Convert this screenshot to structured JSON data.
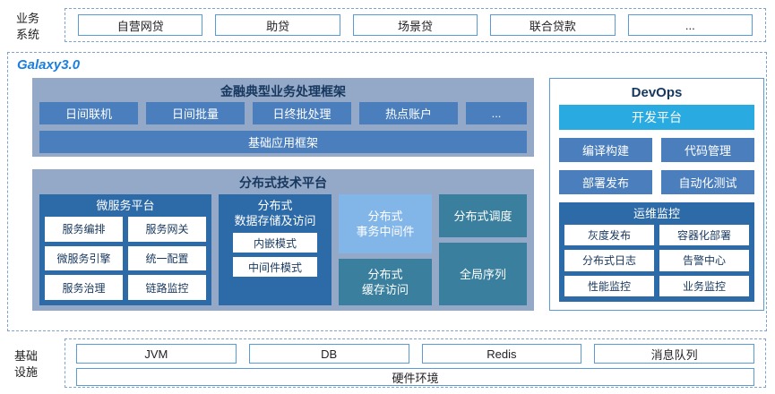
{
  "top": {
    "label": "业务\n系统",
    "items": [
      "自营网贷",
      "助贷",
      "场景贷",
      "联合贷款",
      "..."
    ]
  },
  "galaxy": {
    "title": "Galaxy3.0",
    "finance": {
      "title": "金融典型业务处理框架",
      "items": [
        "日间联机",
        "日间批量",
        "日终批处理",
        "热点账户",
        "..."
      ],
      "base_bar": "基础应用框架"
    },
    "distributed": {
      "title": "分布式技术平台",
      "microservice": {
        "title": "微服务平台",
        "items": [
          "服务编排",
          "服务网关",
          "微服务引擎",
          "统一配置",
          "服务治理",
          "链路监控"
        ]
      },
      "storage": {
        "title": "分布式\n数据存储及访问",
        "items": [
          "内嵌模式",
          "中间件模式"
        ]
      },
      "transaction": "分布式\n事务中间件",
      "scheduling": "分布式调度",
      "cache": "分布式\n缓存访问",
      "sequence": "全局序列"
    },
    "devops": {
      "title": "DevOps",
      "dev_platform": "开发平台",
      "buttons": [
        "编译构建",
        "代码管理",
        "部署发布",
        "自动化测试"
      ],
      "monitoring": {
        "title": "运维监控",
        "items": [
          "灰度发布",
          "容器化部署",
          "分布式日志",
          "告警中心",
          "性能监控",
          "业务监控"
        ]
      }
    }
  },
  "bottom": {
    "label": "基础\n设施",
    "items": [
      "JVM",
      "DB",
      "Redis",
      "消息队列"
    ],
    "hardware": "硬件环境"
  },
  "colors": {
    "accent_blue": "#4a7ebc",
    "dark_panel_blue": "#2d6aa8",
    "panel_bg": "#94a9c7",
    "teal": "#3a7f9e",
    "light_blue": "#83b6e8",
    "cyan": "#29abe2",
    "border_blue": "#5b9bd5",
    "title_navy": "#17375e",
    "galaxy_blue": "#1b7fe0"
  }
}
